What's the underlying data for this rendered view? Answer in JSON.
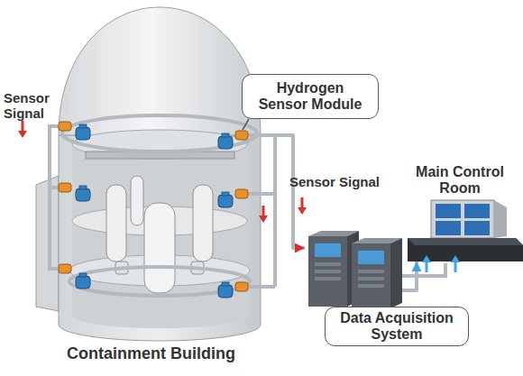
{
  "diagram": {
    "nodes": [
      {
        "text": [
          "Containment Building"
        ]
      },
      {
        "text": [
          "Hydrogen Sensor Module"
        ]
      },
      {
        "text": [
          "Data Acquisition System"
        ]
      },
      {
        "text": [
          "Main Control Room"
        ]
      }
    ],
    "edges": [
      {
        "from": 0,
        "to": 2,
        "arrow": "to",
        "label": "Sensor Signal"
      },
      {
        "from": 2,
        "to": 3,
        "arrow": "to"
      }
    ],
    "labels": [
      "Sensor Signal"
    ]
  }
}
